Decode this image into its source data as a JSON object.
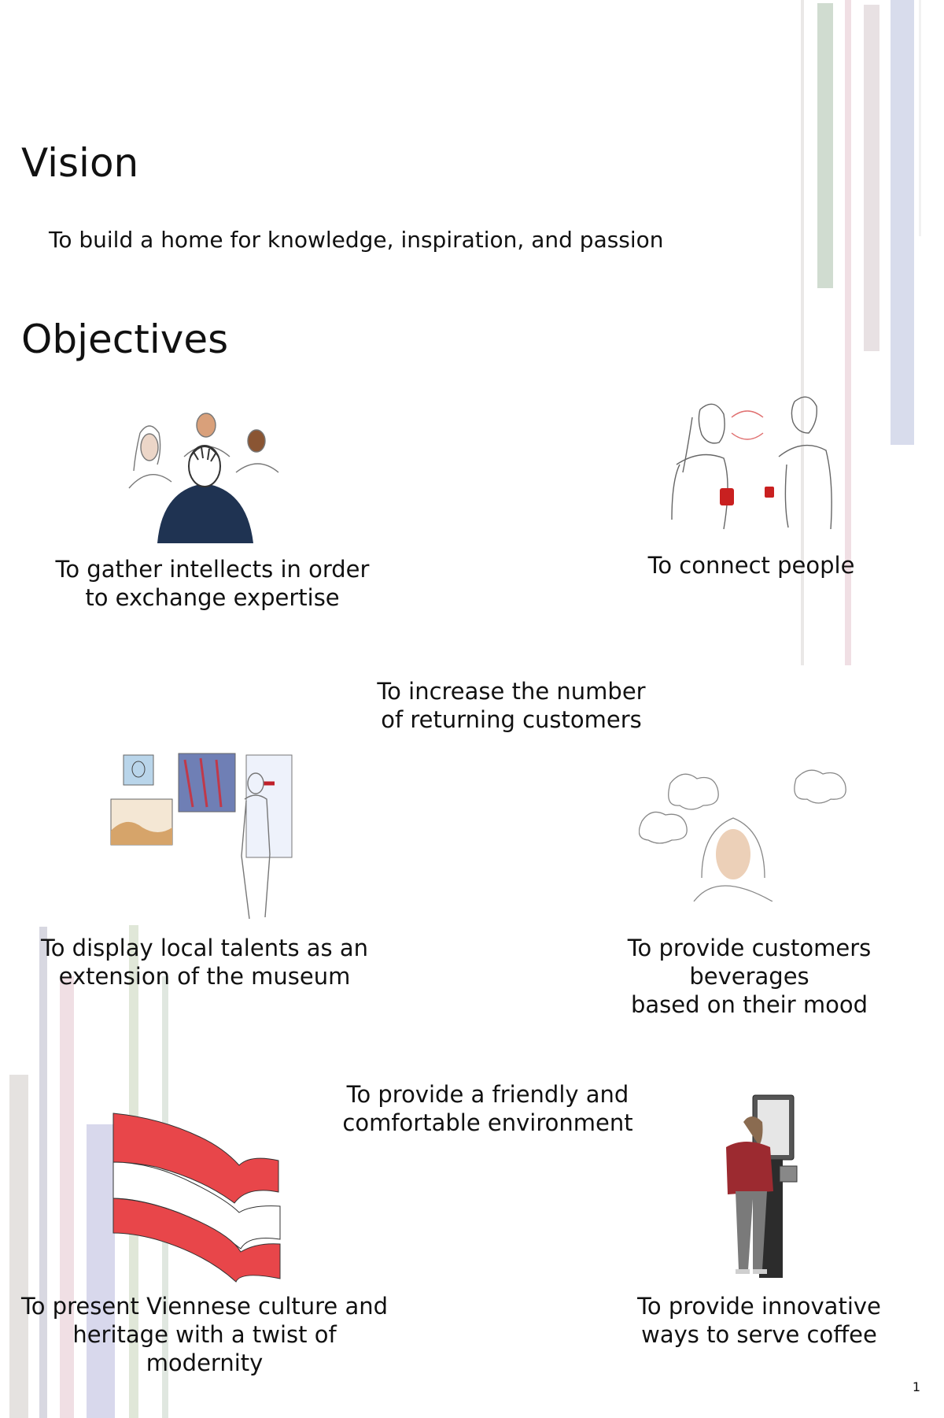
{
  "vision": {
    "heading": "Vision",
    "text": "To build a home for knowledge, inspiration, and passion"
  },
  "objectives": {
    "heading": "Objectives",
    "items": [
      {
        "line1": "To gather intellects in order",
        "line2": "to exchange expertise"
      },
      {
        "line1": "To connect people",
        "line2": ""
      },
      {
        "line1": "To increase the number",
        "line2": "of returning customers"
      },
      {
        "line1": "To display local talents as an",
        "line2": "extension of the museum"
      },
      {
        "line1": "To provide customers beverages",
        "line2": "based on their mood"
      },
      {
        "line1": "To provide a friendly and",
        "line2": "comfortable environment"
      },
      {
        "line1": "To present Viennese culture and",
        "line2": "heritage with a twist of modernity"
      },
      {
        "line1": "To provide innovative",
        "line2": "ways to serve coffee"
      }
    ]
  },
  "page_number": "1",
  "colors": {
    "bar_green": "#c6d3c6",
    "bar_pink": "#ead4da",
    "bar_grey": "#d8d6d3",
    "bar_blue": "#cfd3e6",
    "flag_red": "#e8464a",
    "jacket_navy": "#1f3352",
    "sweater_maroon": "#9c2a30"
  }
}
